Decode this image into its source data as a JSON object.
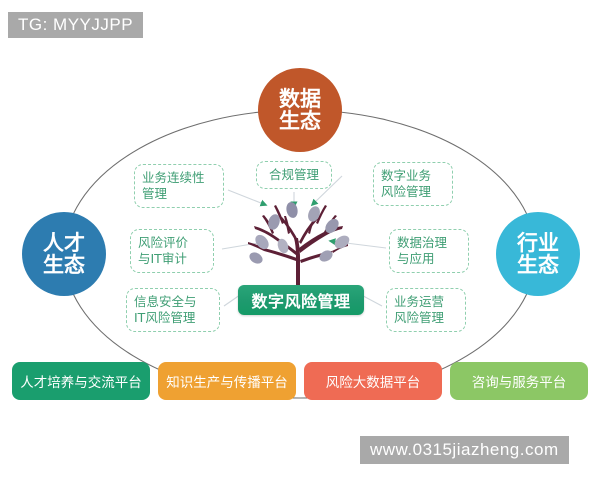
{
  "watermarks": {
    "top": "TG: MYYJJPP",
    "bottom": "www.0315jiazheng.com"
  },
  "core": {
    "label": "数字风险管理",
    "color": "#1e9a6e"
  },
  "ecologies": [
    {
      "id": "data",
      "line1": "数据",
      "line2": "生态",
      "color": "#c0572a"
    },
    {
      "id": "talent",
      "line1": "人才",
      "line2": "生态",
      "color": "#2d7cb0"
    },
    {
      "id": "industry",
      "line1": "行业",
      "line2": "生态",
      "color": "#38b8d8"
    }
  ],
  "topics": [
    {
      "id": "business-continuity",
      "line1": "业务连续性",
      "line2": "管理"
    },
    {
      "id": "compliance",
      "line1": "合规管理",
      "line2": ""
    },
    {
      "id": "digital-business-risk",
      "line1": "数字业务",
      "line2": "风险管理"
    },
    {
      "id": "risk-audit",
      "line1": "风险评价",
      "line2": "与IT审计"
    },
    {
      "id": "data-governance",
      "line1": "数据治理",
      "line2": "与应用"
    },
    {
      "id": "info-security",
      "line1": "信息安全与",
      "line2": "IT风险管理"
    },
    {
      "id": "business-operation",
      "line1": "业务运营",
      "line2": "风险管理"
    }
  ],
  "platforms": [
    {
      "id": "talent-platform",
      "label": "人才培养与交流平台",
      "color": "#1a9e6e"
    },
    {
      "id": "knowledge-platform",
      "label": "知识生产与传播平台",
      "color": "#efa132"
    },
    {
      "id": "bigdata-platform",
      "label": "风险大数据平台",
      "color": "#ef6b54"
    },
    {
      "id": "consulting-platform",
      "label": "咨询与服务平台",
      "color": "#8cc765"
    }
  ]
}
